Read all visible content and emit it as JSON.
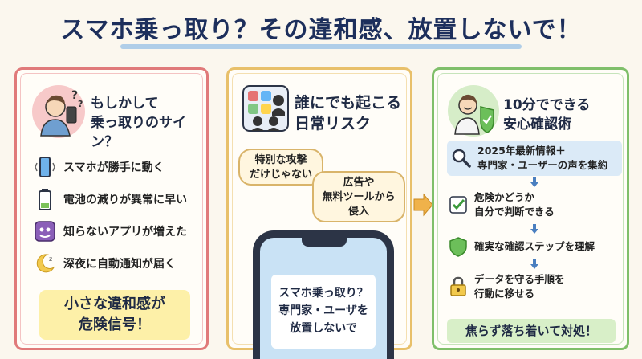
{
  "title": "スマホ乗っ取り？その違和感、放置しないで！",
  "panel1": {
    "heading_line1": "もしかして",
    "heading_line2": "乗っ取りのサイン？",
    "items": [
      {
        "icon": "vibrating-phone-icon",
        "label": "スマホが勝手に動く"
      },
      {
        "icon": "low-battery-icon",
        "label": "電池の減りが異常に早い"
      },
      {
        "icon": "unknown-app-icon",
        "label": "知らないアプリが増えた"
      },
      {
        "icon": "moon-icon",
        "label": "深夜に自動通知が届く"
      }
    ],
    "warning_line1": "小さな違和感が",
    "warning_line2": "危険信号！"
  },
  "panel2": {
    "heading_line1": "誰にでも起こる",
    "heading_line2": "日常リスク",
    "bubble1_line1": "特別な攻撃",
    "bubble1_line2": "だけじゃない",
    "bubble2_line1": "広告や",
    "bubble2_line2": "無料ツールから",
    "bubble2_line3": "侵入",
    "phone_line1": "スマホ乗っ取り？",
    "phone_line2": "専門家・ユーザを",
    "phone_line3": "放置しないで"
  },
  "panel3": {
    "heading_line1": "10分でできる",
    "heading_line2": "安心確認術",
    "steps": [
      {
        "icon": "magnifier-icon",
        "line1": "2025年最新情報＋",
        "line2": "専門家・ユーザーの声を集約"
      },
      {
        "icon": "check-icon",
        "line1": "危険かどうか",
        "line2": "自分で判断できる"
      },
      {
        "icon": "shield-icon",
        "line1": "確実な確認ステップを理解",
        "line2": ""
      },
      {
        "icon": "lock-icon",
        "line1": "データを守る手順を",
        "line2": "行動に移せる"
      }
    ],
    "final": "焦らず落ち着いて対処！"
  },
  "colors": {
    "panel1_border": "#e07a7a",
    "panel2_border": "#e8c06a",
    "panel3_border": "#7fbf6a",
    "title": "#1d2f5c",
    "warning_fill": "#fdf0a8",
    "final_fill": "#d8efc8"
  }
}
